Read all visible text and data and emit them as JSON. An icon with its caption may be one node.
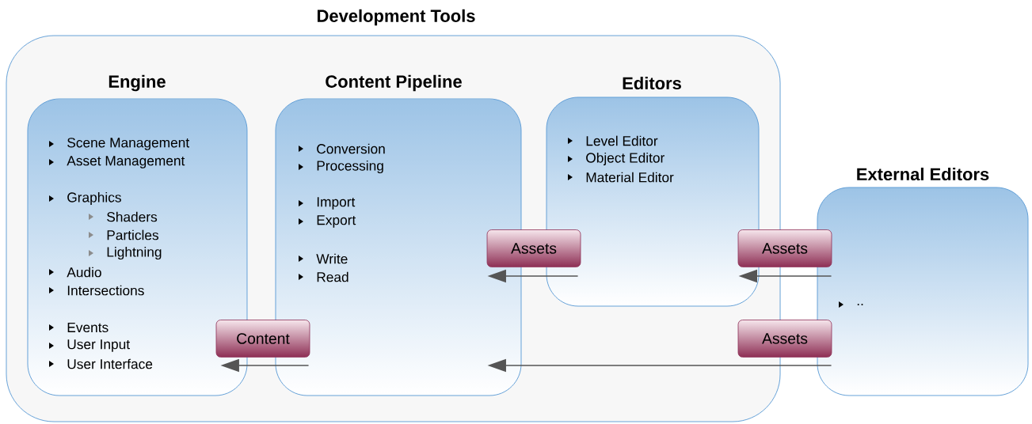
{
  "diagram": {
    "nodes": [
      {
        "text": [
          "Development Tools"
        ]
      },
      {
        "text": [
          "Engine",
          "Scene Management",
          "Asset Management",
          "Graphics",
          "Shaders",
          "Particles",
          "Lightning",
          "Audio",
          "Intersections",
          "Events",
          "User Input",
          "User Interface"
        ],
        "in": 0
      },
      {
        "text": [
          "Content Pipeline",
          "Conversion",
          "Processing",
          "Import",
          "Export",
          "Write",
          "Read"
        ],
        "in": 0
      },
      {
        "text": [
          "Editors",
          "Level Editor",
          "Object Editor",
          "Material Editor"
        ],
        "in": 0
      },
      {
        "text": [
          "External Editors",
          ".."
        ]
      }
    ],
    "edges": [
      {
        "from": 3,
        "to": 2,
        "arrow": "to",
        "label": "Assets"
      },
      {
        "from": 4,
        "to": 3,
        "arrow": "to",
        "label": "Assets"
      },
      {
        "from": 4,
        "to": 2,
        "arrow": "to",
        "label": "Assets"
      },
      {
        "from": 2,
        "to": 1,
        "arrow": "to",
        "label": "Content"
      }
    ]
  }
}
